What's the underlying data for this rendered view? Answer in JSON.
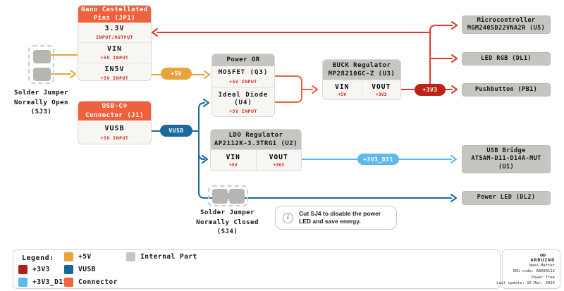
{
  "palette": {
    "connector_orange": "#EF613D",
    "plus5v_amber": "#E9A33B",
    "vusb_blue": "#1C6A99",
    "plus3v3_red": "#B22019",
    "plus3v3_line_red": "#DE3B2A",
    "plus3v3_d11_blue": "#5FB9E8",
    "internal_gray": "#C7C5C2",
    "sublabel_red": "#C8281A"
  },
  "blocks": {
    "jp1": {
      "title": "Nano Castellated\nPins (JP1)",
      "rows": [
        {
          "label": "3.3V",
          "sub": "INPUT/OUTPUT"
        },
        {
          "label": "VIN",
          "sub": "+5V INPUT"
        },
        {
          "label": "IN5V",
          "sub": "+5V INPUT"
        }
      ]
    },
    "j1": {
      "title": "USB-C®\nConnector (J1)",
      "rows": [
        {
          "label": "VUSB",
          "sub": "+5V INPUT"
        }
      ]
    },
    "power_or": {
      "title": "Power OR",
      "rows": [
        {
          "label": "MOSFET (Q3)",
          "sub": "+5V INPUT"
        },
        {
          "label": "Ideal Diode\n(U4)",
          "sub": "+5V INPUT"
        }
      ]
    },
    "buck": {
      "title": "BUCK Regulator\nMP28210GC-Z (U3)",
      "pins": [
        {
          "label": "VIN",
          "sub": "+5V"
        },
        {
          "label": "VOUT",
          "sub": "+3V3"
        }
      ]
    },
    "ldo": {
      "title": "LDO Regulator\nAP2112K-3.3TRG1 (U2)",
      "pins": [
        {
          "label": "VIN",
          "sub": "+5V"
        },
        {
          "label": "VOUT",
          "sub": "+3V3"
        }
      ]
    }
  },
  "loads": {
    "microcontroller": "Microcontroller\nMGM240SD22VNA2R (U5)",
    "led_rgb": "LED RGB (DL1)",
    "pushbutton": "Pushbutton (PB1)",
    "usb_bridge": "USB Bridge\nATSAM-D11-D14A-MUT\n(U1)",
    "power_led": "Power LED (DL2)"
  },
  "jumpers": {
    "sj3": "Solder Jumper\nNormally Open\n(SJ3)",
    "sj4": "Solder Jumper\nNormally Closed\n(SJ4)"
  },
  "note": {
    "icon": "i",
    "text": "Cut SJ4 to disable the power\nLED and save energy."
  },
  "pills": {
    "p5v": {
      "label": "+5V",
      "color": "#E9A33B"
    },
    "vusb": {
      "label": "VUSB",
      "color": "#1C6A99"
    },
    "p3v3": {
      "label": "+3V3",
      "color": "#BC2317"
    },
    "p3v3_d11": {
      "label": "+3V3_D11",
      "color": "#5FB9E8"
    }
  },
  "legend": {
    "title": "Legend:",
    "items": [
      {
        "label": "+3V3",
        "color": "#B22019"
      },
      {
        "label": "+3V3_D11",
        "color": "#5FB9E8"
      },
      {
        "label": "+5V",
        "color": "#E9A33B"
      },
      {
        "label": "VUSB",
        "color": "#16689B"
      },
      {
        "label": "Internal Part",
        "color": "#C7C5C2"
      },
      {
        "label": "Connector",
        "color": "#F0633C"
      }
    ]
  },
  "footer": {
    "brand": "ARDUINO",
    "product": "Nano Matter",
    "sku": "SKU code: ABX00112",
    "doc": "Power Tree",
    "updated": "Last update: 15 Mar, 2024"
  }
}
